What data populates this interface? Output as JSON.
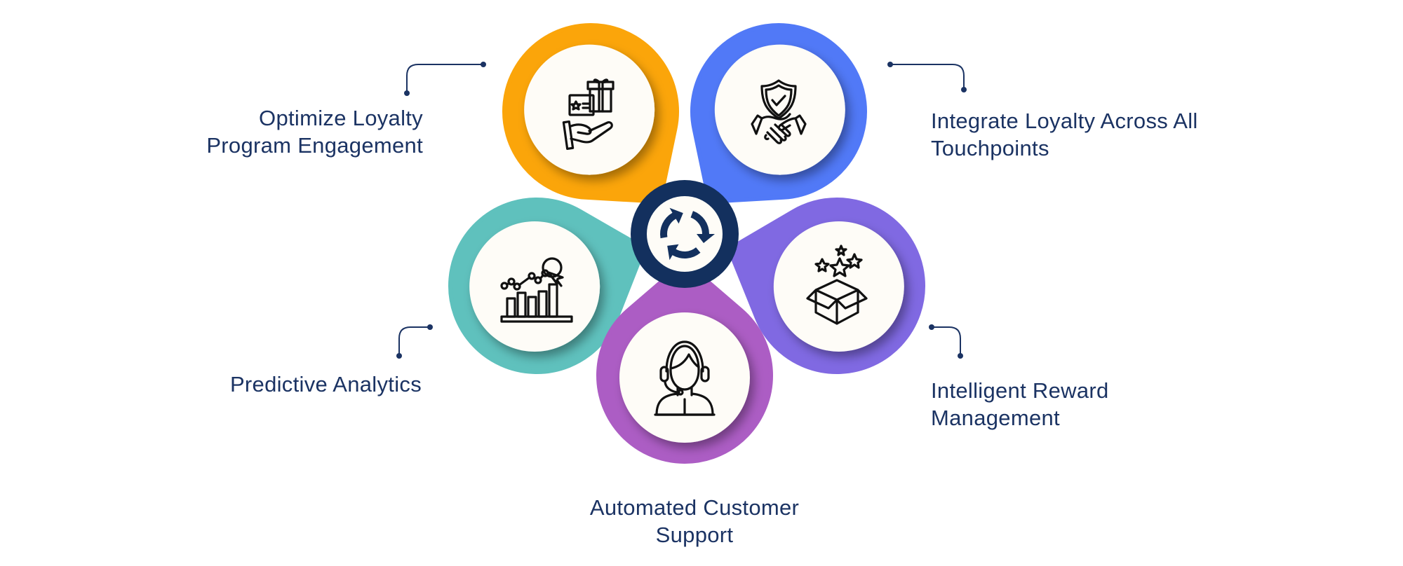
{
  "colors": {
    "text": "#1b3363",
    "connector": "#1b3363",
    "hub": "#13305e",
    "inner": "#fefcf7",
    "gold": "#fba50a",
    "blue": "#5179f7",
    "teal": "#5fc1bd",
    "purple": "#8069e2",
    "magenta": "#ac5dc4"
  },
  "hub": {
    "icon": "cycle-arrows-icon"
  },
  "items": [
    {
      "id": "loyalty-engagement",
      "color": "gold",
      "icon": "gift-card-hand-icon",
      "lines": [
        "Optimize Loyalty",
        "Program Engagement"
      ]
    },
    {
      "id": "integrate-touchpoints",
      "color": "blue",
      "icon": "shield-handshake-icon",
      "lines": [
        "Integrate Loyalty Across All",
        "Touchpoints"
      ]
    },
    {
      "id": "predictive-analytics",
      "color": "teal",
      "icon": "analytics-chart-icon",
      "lines": [
        "Predictive Analytics"
      ]
    },
    {
      "id": "reward-management",
      "color": "purple",
      "icon": "reward-box-stars-icon",
      "lines": [
        "Intelligent Reward",
        "Management"
      ]
    },
    {
      "id": "customer-support",
      "color": "magenta",
      "icon": "support-agent-headset-icon",
      "lines": [
        "Automated Customer",
        "Support"
      ]
    }
  ]
}
